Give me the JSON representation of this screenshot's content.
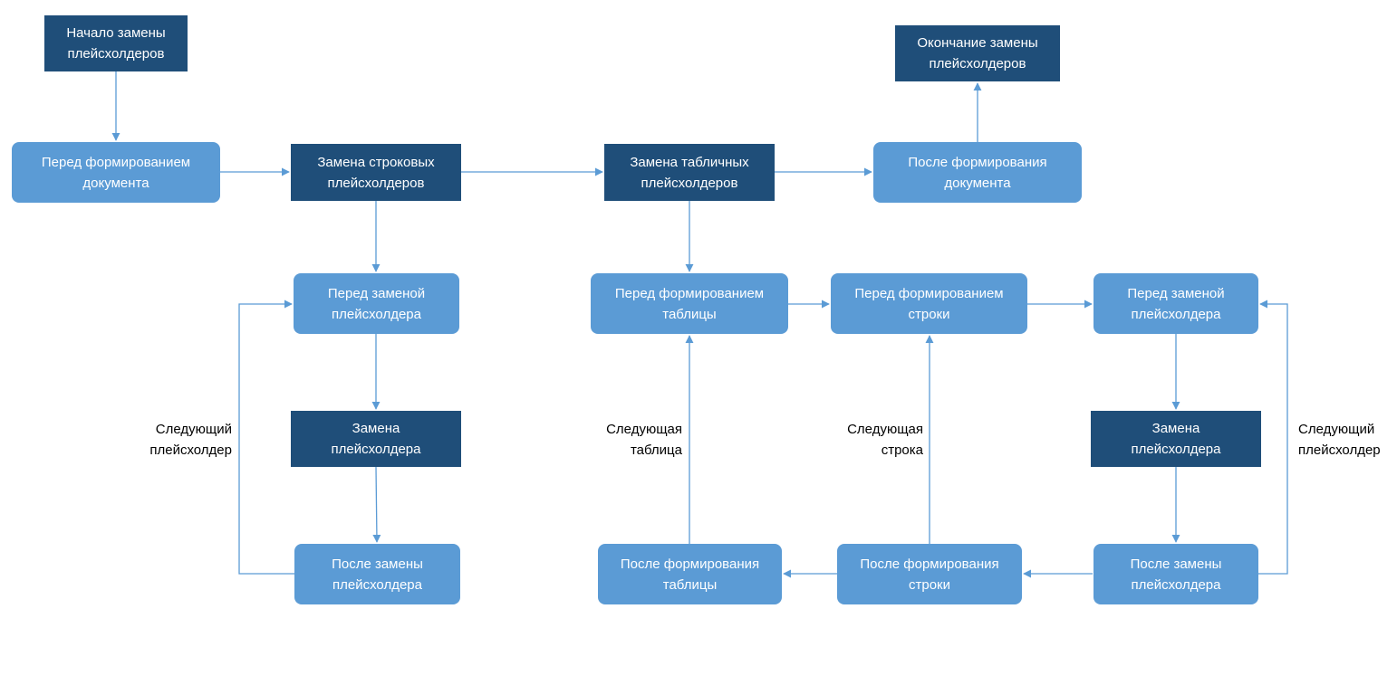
{
  "colors": {
    "dark_node": "#1f4e79",
    "light_node": "#5b9bd5",
    "connector": "#5b9bd5"
  },
  "nodes": {
    "start": "Начало замены\nплейсхолдеров",
    "end": "Окончание замены\nплейсхолдеров",
    "before_doc": "Перед формированием\nдокумента",
    "string_replace": "Замена строковых\nплейсхолдеров",
    "table_replace": "Замена табличных\nплейсхолдеров",
    "after_doc": "После формирования\nдокумента",
    "before_ph_left": "Перед заменой\nплейсхолдера",
    "replace_ph_left": "Замена\nплейсхолдера",
    "after_ph_left": "После замены\nплейсхолдера",
    "before_table": "Перед формированием\nтаблицы",
    "before_row": "Перед формированием\nстроки",
    "before_ph_right": "Перед заменой\nплейсхолдера",
    "replace_ph_right": "Замена\nплейсхолдера",
    "after_ph_right": "После замены\nплейсхолдера",
    "after_table": "После формирования\nтаблицы",
    "after_row": "После формирования\nстроки"
  },
  "edge_labels": {
    "next_placeholder_left": "Следующий\nплейсхолдер",
    "next_table": "Следующая\nтаблица",
    "next_row": "Следующая\nстрока",
    "next_placeholder_right": "Следующий\nплейсхолдер"
  }
}
